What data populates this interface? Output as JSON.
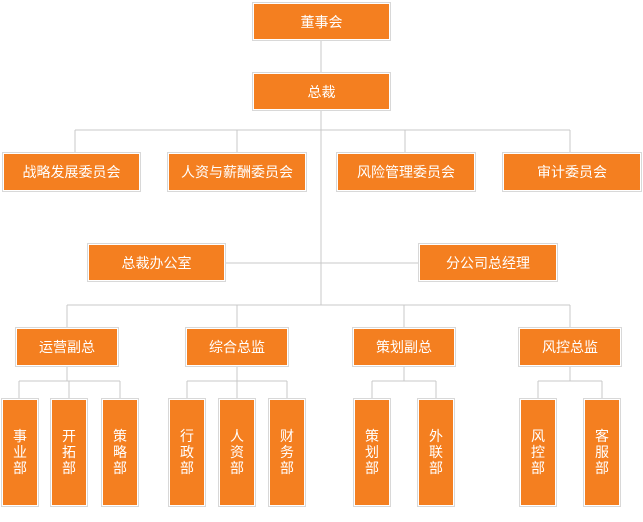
{
  "org": {
    "board": "董事会",
    "president": "总裁",
    "committees": [
      "战略发展委员会",
      "人资与薪酬委员会",
      "风险管理委员会",
      "审计委员会"
    ],
    "office": "总裁办公室",
    "branch_manager": "分公司总经理",
    "divisions": [
      {
        "label": "运营副总",
        "departments": [
          "事业部",
          "开拓部",
          "策略部"
        ]
      },
      {
        "label": "综合总监",
        "departments": [
          "行政部",
          "人资部",
          "财务部"
        ]
      },
      {
        "label": "策划副总",
        "departments": [
          "策划部",
          "外联部"
        ]
      },
      {
        "label": "风控总监",
        "departments": [
          "风控部",
          "客服部"
        ]
      }
    ]
  },
  "colors": {
    "node_fill": "#f47f20",
    "node_text": "#ffffff",
    "connector": "#c8c8c8"
  }
}
